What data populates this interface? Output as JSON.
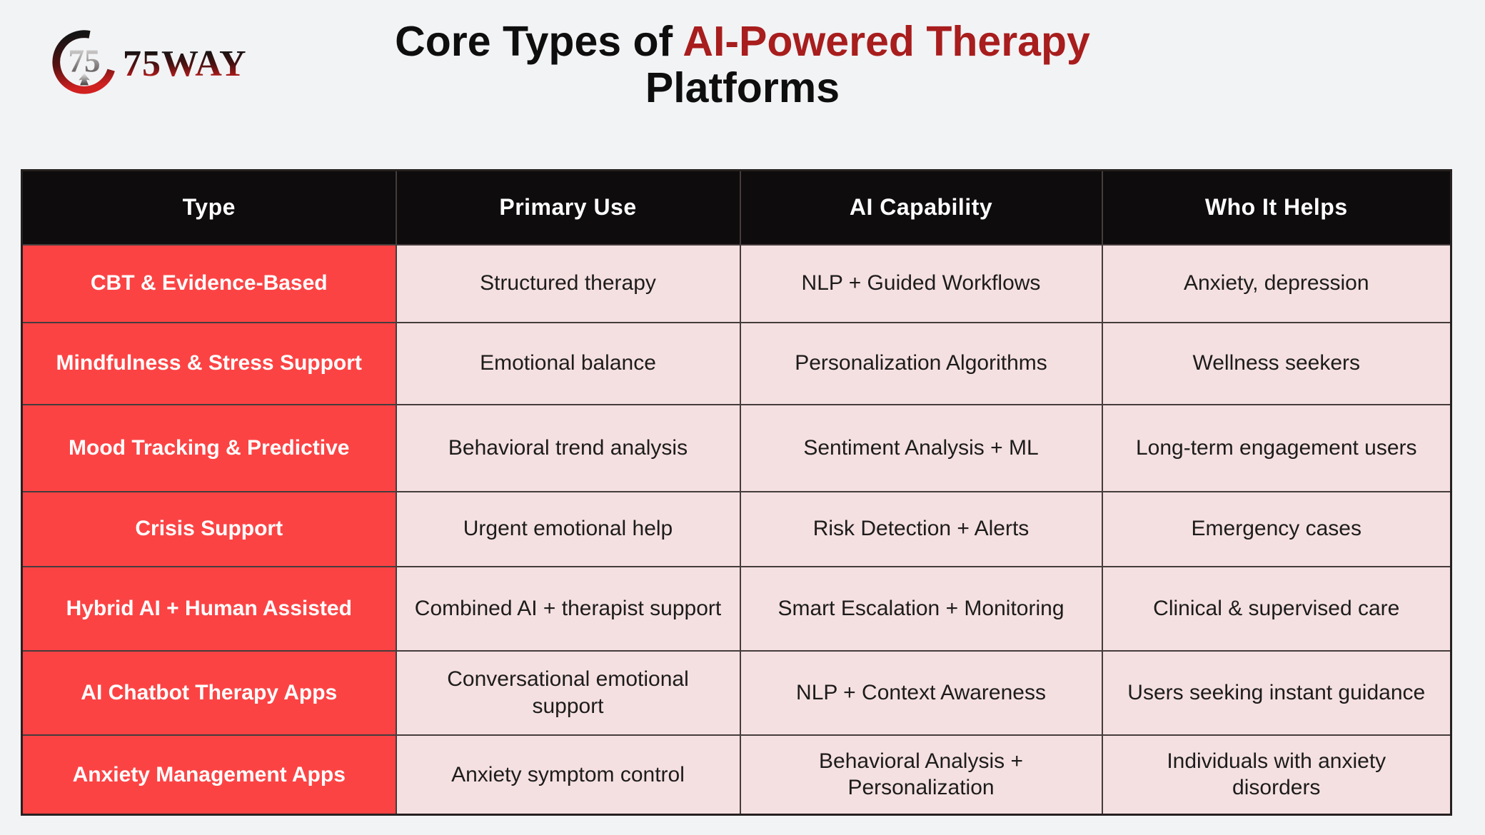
{
  "theme": {
    "page_bg": "#f2f3f5",
    "title_text": "#0f0e0e",
    "title_highlight": "#a81d1d",
    "header_bg": "#0e0c0c",
    "header_text": "#ffffff",
    "type_cell_bg": "#fc4344",
    "type_cell_text": "#ffffff",
    "body_cell_bg": "#f5e0e1",
    "body_cell_text": "#1d1c1c",
    "grid_line": "#453c3c"
  },
  "logo": {
    "brand": "75WAY",
    "icon": "crescent-75-emblem"
  },
  "title": {
    "prefix": "Core Types of ",
    "highlight": "AI-Powered Therapy",
    "suffix": "Platforms"
  },
  "table": {
    "columns": [
      "Type",
      "Primary Use",
      "AI Capability",
      "Who It Helps"
    ],
    "rows": [
      {
        "type": "CBT & Evidence-Based",
        "primary_use": "Structured therapy",
        "ai_capability": "NLP + Guided Workflows",
        "who_it_helps": "Anxiety, depression"
      },
      {
        "type": "Mindfulness & Stress Support",
        "primary_use": "Emotional balance",
        "ai_capability": "Personalization Algorithms",
        "who_it_helps": "Wellness seekers"
      },
      {
        "type": "Mood Tracking & Predictive",
        "primary_use": "Behavioral trend analysis",
        "ai_capability": "Sentiment Analysis + ML",
        "who_it_helps": "Long-term engagement users"
      },
      {
        "type": "Crisis Support",
        "primary_use": "Urgent emotional help",
        "ai_capability": "Risk Detection + Alerts",
        "who_it_helps": "Emergency cases"
      },
      {
        "type": "Hybrid AI + Human Assisted",
        "primary_use": "Combined AI + therapist support",
        "ai_capability": "Smart Escalation + Monitoring",
        "who_it_helps": "Clinical & supervised care"
      },
      {
        "type": "AI Chatbot Therapy Apps",
        "primary_use": "Conversational emotional support",
        "ai_capability": "NLP + Context Awareness",
        "who_it_helps": "Users seeking instant guidance"
      },
      {
        "type": "Anxiety Management Apps",
        "primary_use": "Anxiety symptom control",
        "ai_capability": "Behavioral Analysis + Personalization",
        "who_it_helps": "Individuals with anxiety disorders"
      }
    ]
  },
  "chart_data": {
    "type": "table",
    "title": "Core Types of AI-Powered Therapy Platforms",
    "columns": [
      "Type",
      "Primary Use",
      "AI Capability",
      "Who It Helps"
    ],
    "rows": [
      [
        "CBT & Evidence-Based",
        "Structured therapy",
        "NLP + Guided Workflows",
        "Anxiety, depression"
      ],
      [
        "Mindfulness & Stress Support",
        "Emotional balance",
        "Personalization Algorithms",
        "Wellness seekers"
      ],
      [
        "Mood Tracking & Predictive",
        "Behavioral trend analysis",
        "Sentiment Analysis + ML",
        "Long-term engagement users"
      ],
      [
        "Crisis Support",
        "Urgent emotional help",
        "Risk Detection + Alerts",
        "Emergency cases"
      ],
      [
        "Hybrid AI + Human Assisted",
        "Combined AI + therapist support",
        "Smart Escalation + Monitoring",
        "Clinical & supervised care"
      ],
      [
        "AI Chatbot Therapy Apps",
        "Conversational emotional support",
        "NLP + Context Awareness",
        "Users seeking instant guidance"
      ],
      [
        "Anxiety Management Apps",
        "Anxiety symptom control",
        "Behavioral Analysis + Personalization",
        "Individuals with anxiety disorders"
      ]
    ]
  }
}
